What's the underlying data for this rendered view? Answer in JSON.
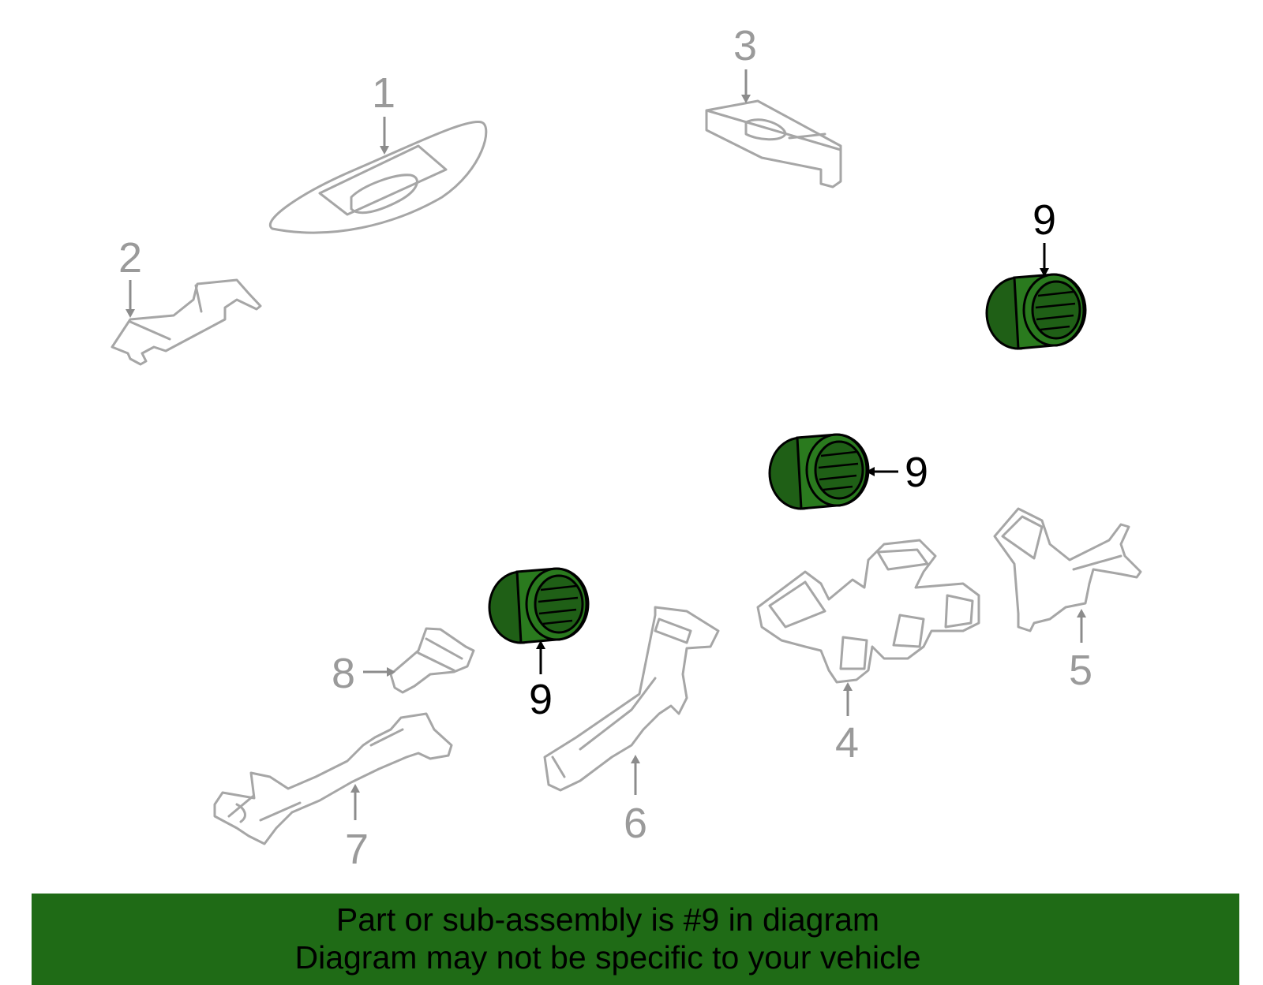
{
  "callouts": {
    "c1": "1",
    "c2": "2",
    "c3": "3",
    "c4": "4",
    "c5": "5",
    "c6": "6",
    "c7": "7",
    "c8": "8",
    "c9a": "9",
    "c9b": "9",
    "c9c": "9"
  },
  "highlighted_part": "9",
  "colors": {
    "highlight_green": "#2a7a1e",
    "banner_green": "#1f6b16",
    "outline_gray": "#a6a6a6"
  },
  "banner": {
    "line1": "Part or sub-assembly is #9 in diagram",
    "line2": "Diagram may not be specific to your vehicle"
  }
}
